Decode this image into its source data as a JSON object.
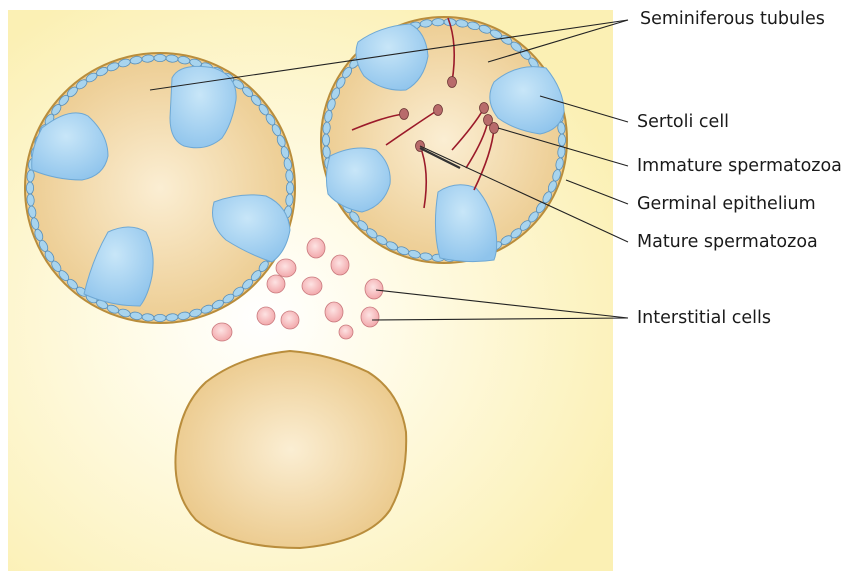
{
  "diagram": {
    "labels": {
      "seminiferous_tubules": "Seminiferous tubules",
      "sertoli_cell": "Sertoli cell",
      "immature_spermatozoa": "Immature spermatozoa",
      "germinal_epithelium": "Germinal epithelium",
      "mature_spermatozoa": "Mature spermatozoa",
      "interstitial_cells": "Interstitial cells"
    },
    "colors": {
      "background": "#fdf6c4",
      "tubule_fill": "#efcf95",
      "tubule_outline": "#b98d3c",
      "epithelium_cell": "#a8d4ee",
      "sertoli_cell": "#9bcdf0",
      "interstitial_cell": "#f4b6b8",
      "sperm_head": "#b86b6b",
      "sperm_tail": "#9b1a2a",
      "leader_line": "#222222"
    }
  }
}
